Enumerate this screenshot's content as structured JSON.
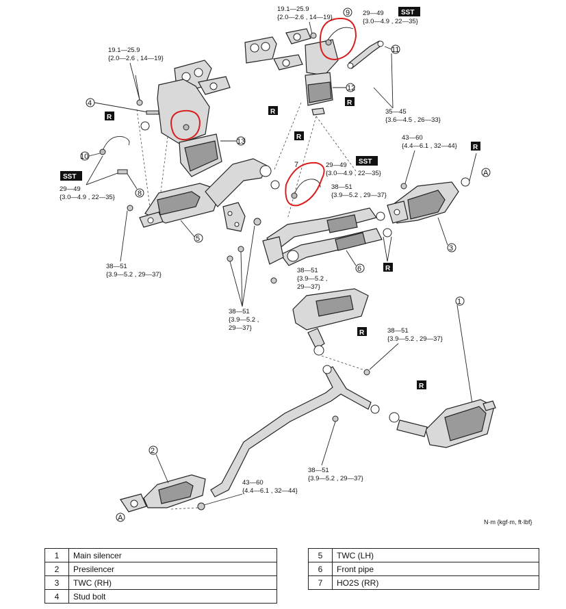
{
  "torque_specs": {
    "t_top_l1": "19.1—25.9",
    "t_top_l2": "{2.0—2.6 , 14—19}",
    "t_left_l1": "19.1—25.9",
    "t_left_l2": "{2.0—2.6 , 14—19}",
    "t_sst_top_l1": "29—49",
    "t_sst_top_l2": "{3.0—4.9 , 22—35}",
    "t_right_l1": "35—45",
    "t_right_l2": "{3.6—4.5 , 26—33}",
    "t_4360_top_l1": "43—60",
    "t_4360_top_l2": "{4.4—6.1 , 32—44}",
    "t_sst_left_l1": "29—49",
    "t_sst_left_l2": "{3.0—4.9 , 22—35}",
    "t_sst_mid_l1": "29—49",
    "t_sst_mid_l2": "{3.0—4.9 , 22—35}",
    "t_mid_3851_l1": "38—51",
    "t_mid_3851_l2": "{3.9—5.2 , 29—37}",
    "t_left_3851_l1": "38—51",
    "t_left_3851_l2": "{3.9—5.2 , 29—37}",
    "t_center_3851_l1": "38—51",
    "t_center_3851_l2": "{3.9—5.2 ,",
    "t_center_3851_l3": "29—37}",
    "t_lower_3851_l1": "38—51",
    "t_lower_3851_l2": "{3.9—5.2 ,",
    "t_lower_3851_l3": "29—37}",
    "t_silencer_3851_l1": "38—51",
    "t_silencer_3851_l2": "{3.9—5.2 , 29—37}",
    "t_bottom_3851_l1": "38—51",
    "t_bottom_3851_l2": "{3.9—5.2 , 29—37}",
    "t_bottom_4360_l1": "43—60",
    "t_bottom_4360_l2": "{4.4—6.1 , 32—44}"
  },
  "callouts": {
    "c1": "1",
    "c2": "2",
    "c3": "3",
    "c4": "4",
    "c5": "5",
    "c6": "6",
    "c7": "7",
    "c8": "8",
    "c9": "9",
    "c10": "10",
    "c11": "11",
    "c12": "12",
    "c13": "13",
    "a_right": "A",
    "a_bottom": "A"
  },
  "markers": {
    "r": "R",
    "sst": "SST"
  },
  "units": "N·m {kgf·m, ft·lbf}",
  "legend_left": [
    {
      "num": "1",
      "name": "Main silencer"
    },
    {
      "num": "2",
      "name": "Presilencer"
    },
    {
      "num": "3",
      "name": "TWC (RH)"
    },
    {
      "num": "4",
      "name": "Stud bolt"
    }
  ],
  "legend_right": [
    {
      "num": "5",
      "name": "TWC (LH)"
    },
    {
      "num": "6",
      "name": "Front pipe"
    },
    {
      "num": "7",
      "name": "HO2S (RR)"
    }
  ]
}
